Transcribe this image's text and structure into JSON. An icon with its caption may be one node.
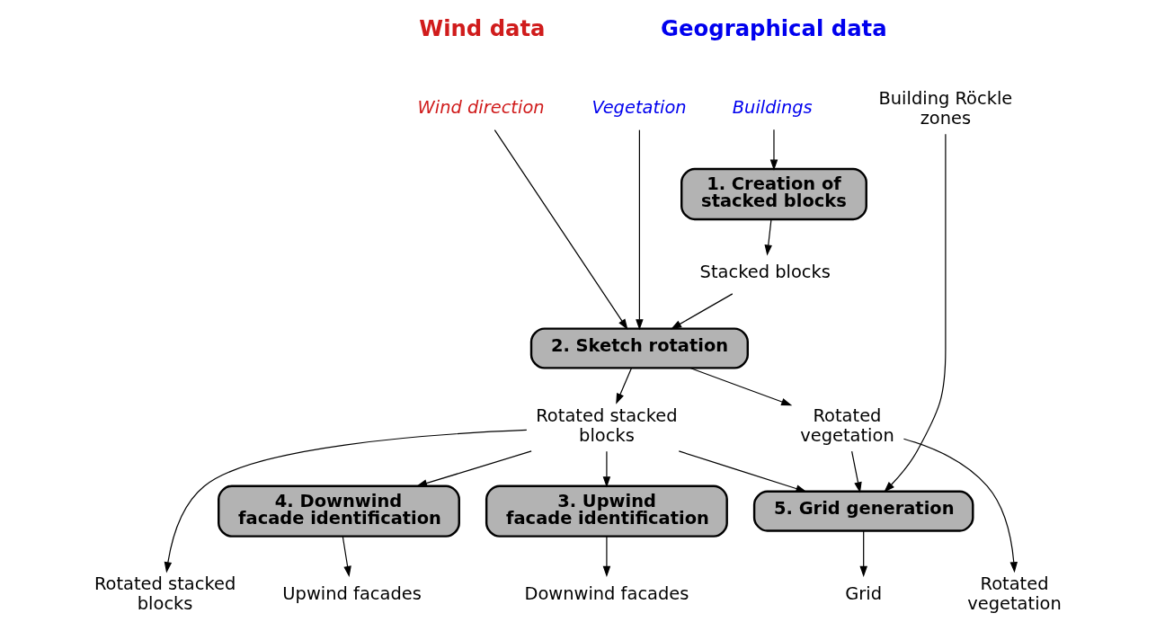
{
  "diagram": {
    "nodes": [
      {
        "text": [
          "Wind direction"
        ]
      },
      {
        "text": [
          "Buildings"
        ]
      },
      {
        "text": [
          "Vegetation"
        ]
      },
      {
        "text": [
          "Building Röckle zones"
        ]
      },
      {
        "text": [
          "1. Creation of stacked blocks"
        ]
      },
      {
        "text": [
          "Stacked blocks"
        ]
      },
      {
        "text": [
          "2. Sketch rotation"
        ]
      },
      {
        "text": [
          "Rotated stacked blocks"
        ]
      },
      {
        "text": [
          "Rotated vegetation"
        ]
      },
      {
        "text": [
          "3. Upwind facade identification"
        ]
      },
      {
        "text": [
          "4. Downwind facade identification"
        ]
      },
      {
        "text": [
          "5. Grid generation"
        ]
      },
      {
        "text": [
          "Rotated stacked blocks"
        ]
      },
      {
        "text": [
          "Downwind facades"
        ]
      },
      {
        "text": [
          "Upwind facades"
        ]
      },
      {
        "text": [
          "Grid"
        ]
      },
      {
        "text": [
          "Rotated vegetation"
        ]
      }
    ],
    "edges": [
      {
        "from": 1,
        "to": 4,
        "arrow": "to"
      },
      {
        "from": 4,
        "to": 5,
        "arrow": "to"
      },
      {
        "from": 0,
        "to": 6,
        "arrow": "to"
      },
      {
        "from": 5,
        "to": 6,
        "arrow": "to"
      },
      {
        "from": 2,
        "to": 6,
        "arrow": "to"
      },
      {
        "from": 6,
        "to": 7,
        "arrow": "to"
      },
      {
        "from": 6,
        "to": 8,
        "arrow": "to"
      },
      {
        "from": 7,
        "to": 12,
        "arrow": "to"
      },
      {
        "from": 7,
        "to": 9,
        "arrow": "to"
      },
      {
        "from": 7,
        "to": 10,
        "arrow": "to"
      },
      {
        "from": 7,
        "to": 11,
        "arrow": "to"
      },
      {
        "from": 8,
        "to": 11,
        "arrow": "to"
      },
      {
        "from": 8,
        "to": 16,
        "arrow": "to"
      },
      {
        "from": 3,
        "to": 11,
        "arrow": "to"
      },
      {
        "from": 9,
        "to": 13,
        "arrow": "to"
      },
      {
        "from": 10,
        "to": 14,
        "arrow": "to"
      },
      {
        "from": 11,
        "to": 15,
        "arrow": "to"
      }
    ],
    "labels": [
      "Wind data",
      "Geographical data"
    ]
  }
}
